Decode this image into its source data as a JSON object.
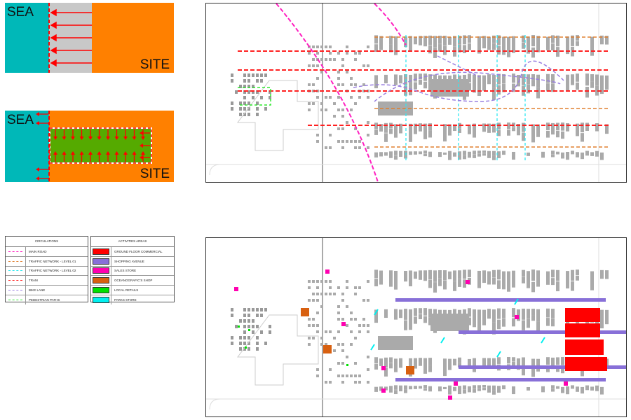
{
  "diagram_existing": {
    "sea_label": "SEA",
    "site_label": "SITE"
  },
  "diagram_proposed": {
    "sea_label": "SEA",
    "site_label": "SITE"
  },
  "circulations_legend": {
    "title": "CIRCULATIONS",
    "items": [
      {
        "label": "MAIN ROAD",
        "color": "#ff20c0"
      },
      {
        "label": "TRAFFIC NETWORK - LEVEL 01",
        "color": "#e08030"
      },
      {
        "label": "TRAFFIC NETWORK - LEVEL 02",
        "color": "#30e8f0"
      },
      {
        "label": "TRAM",
        "color": "#ff2020"
      },
      {
        "label": "BIKE LANE",
        "color": "#9a80e0"
      },
      {
        "label": "PEDESTRIAN PATHS",
        "color": "#30e830"
      }
    ]
  },
  "activities_legend": {
    "title": "ACTIVITIES AREAS",
    "items": [
      {
        "label": "GROUND FLOOR COMMERCIAL",
        "color": "#ff0000"
      },
      {
        "label": "SHOPPING AVENUE",
        "color": "#8870d8"
      },
      {
        "label": "SALES STORE",
        "color": "#ff00b0"
      },
      {
        "label": "OCEANOGRAFIC'S SHOP",
        "color": "#d86010"
      },
      {
        "label": "LOCAL RETAILS",
        "color": "#00e000"
      },
      {
        "label": "PARKS STORE",
        "color": "#00f0f0"
      }
    ]
  }
}
